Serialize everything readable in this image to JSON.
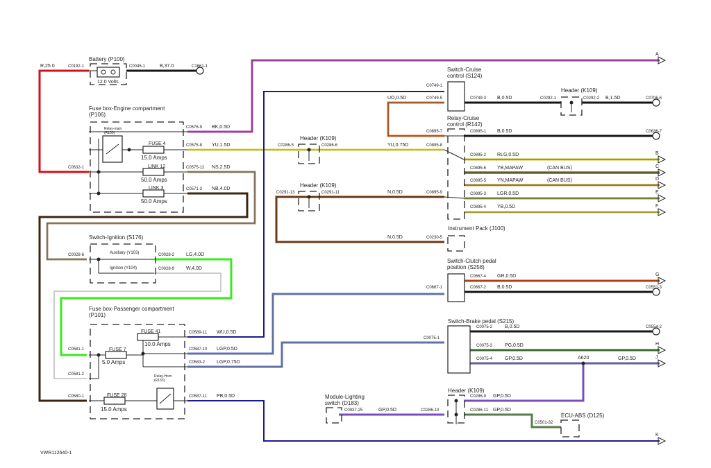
{
  "colors": {
    "red": "#d4101a",
    "black": "#141414",
    "purple": "#b83ab4",
    "navy": "#1b1b8c",
    "yellow": "#e0d64a",
    "brown": "#6b3a12",
    "tan": "#a89070",
    "green": "#3ae81e",
    "orange": "#e06a1c",
    "blue_grey": "#6070a8",
    "violet": "#7a4cc0",
    "grey_green": "#5a7a4a",
    "yb": "#c8bc30"
  },
  "labels": {
    "battery": "Battery (P100)",
    "battery_volts": "12.0 Volts",
    "fusebox_engine": "Fuse box-Engine compartment (P106)",
    "relay_main": "Relay-main (R100)",
    "fuse4": "FUSE 4",
    "fuse4_amps": "15.0 Amps",
    "link12": "LINK 12",
    "link12_amps": "50.0 Amps",
    "link3": "LINK 3",
    "link3_amps": "50.0 Amps",
    "switch_ignition": "Switch-Ignition (S176)",
    "auxiliary": "Auxiliary (Y103)",
    "ignition": "Ignition (Y104)",
    "fusebox_pass": "Fuse box-Passenger compartment (P101)",
    "fuse41": "FUSE 41",
    "fuse41_amps": "10.0 Amps",
    "fuse7": "FUSE 7",
    "fuse7_amps": "5.0 Amps",
    "fuse28": "FUSE 28",
    "fuse28_amps": "15.0 Amps",
    "relay_horn": "Relay-Horn (R133)",
    "header_k109": "Header (K109)",
    "switch_cruise": "Switch-Cruise control (S124)",
    "relay_cruise": "Relay-Cruise control (R142)",
    "instrument_pack": "Instrument Pack (J100)",
    "switch_clutch": "Switch-Clutch pedal position (S258)",
    "switch_brake": "Switch-Brake pedal (S215)",
    "module_lighting": "Module-Lighting switch (D183)",
    "ecu_abs": "ECU-ABS (D125)",
    "can_bus": "(CAN BUS)",
    "a620": "A620",
    "ref": "VWR112640-1"
  },
  "wires": {
    "r25": "R,25.0",
    "b37": "B,37.0",
    "bk05": "BK,0.5D",
    "yu15": "YU,1.5D",
    "ns25": "NS,2.5D",
    "nb40": "NB,4.0D",
    "lg40": "LG,4.0D",
    "w40": "W,4.0D",
    "wu05": "WU,0.5D",
    "lgp05": "LGP,0.5D",
    "lgp075": "LGP,0.75D",
    "pb05": "PB,0.5D",
    "uo05": "UO,0.5D",
    "yu075": "YU,0.75D",
    "b05": "B,0.5D",
    "b15": "B,1.5D",
    "n05": "N,0.5D",
    "rlg05": "RLG,0.5D",
    "ybmapaw": "YB,MAPAW",
    "ynmapaw": "YN,MAPAW",
    "lgr05": "LGR,0.5D",
    "yb05": "YB,0.5D",
    "gr05": "GR,0.5D",
    "pg05": "PG,0.5D",
    "gp05": "GP,0.5D"
  },
  "connectors": {
    "c0192_1": "C0192-1",
    "c0045_1": "C0045-1",
    "c1661_1": "C1661-1",
    "c0576_9": "C0576-9",
    "c0575_8": "C0575-8",
    "c0575_12": "C0575-12",
    "c0571_3": "C0571-3",
    "c0632_1": "C0632-1",
    "c0028_6": "C0028-6",
    "c0028_2": "C0028-2",
    "c0028_9": "C0028-9",
    "c0589_11": "C0589-11",
    "c0587_10": "C0587-10",
    "c0583_2": "C0583-2",
    "c0581_1": "C0581-1",
    "c0581_2": "C0581-2",
    "c0580_1": "C0580-1",
    "c0587_11": "C0587-11",
    "c0286_5": "C0286-5",
    "c0286_6": "C0286-6",
    "c0291_13": "C0291-13",
    "c0291_11": "C0291-11",
    "c0749_1": "C0749-1",
    "c0749_5": "C0749-5",
    "c0749_3": "C0749-3",
    "c0292_1": "C0292-1",
    "c0292_2": "C0292-2",
    "c0706_6": "C0706-6",
    "c0895_7": "C0895-7",
    "c0895_1": "C0895-1",
    "c0636_7": "C0636-7",
    "c0895_8": "C0895-8",
    "c0895_2": "C0895-2",
    "c0895_6": "C0895-6",
    "c0895_5": "C0895-5",
    "c0895_9": "C0895-9",
    "c0895_3": "C0895-3",
    "c0895_4": "C0895-4",
    "c0230_5": "C0230-5",
    "c0667_4": "C0667-4",
    "c0667_1": "C0667-1",
    "c0667_2": "C0667-2",
    "c0551_3": "C0551-3",
    "c0075_2": "C0075-2",
    "c0075_1": "C0075-1",
    "c0075_3": "C0075-3",
    "c0075_4": "C0075-4",
    "c0554_2": "C0554-2",
    "c0286_9": "C0286-9",
    "c0286_10": "C0286-10",
    "c0286_11": "C0286-11",
    "c0937_25": "C0937-25",
    "c0501_32": "C0501-32"
  },
  "terminals": [
    "A",
    "B",
    "C",
    "D",
    "E",
    "F",
    "G",
    "H",
    "J",
    "K"
  ]
}
